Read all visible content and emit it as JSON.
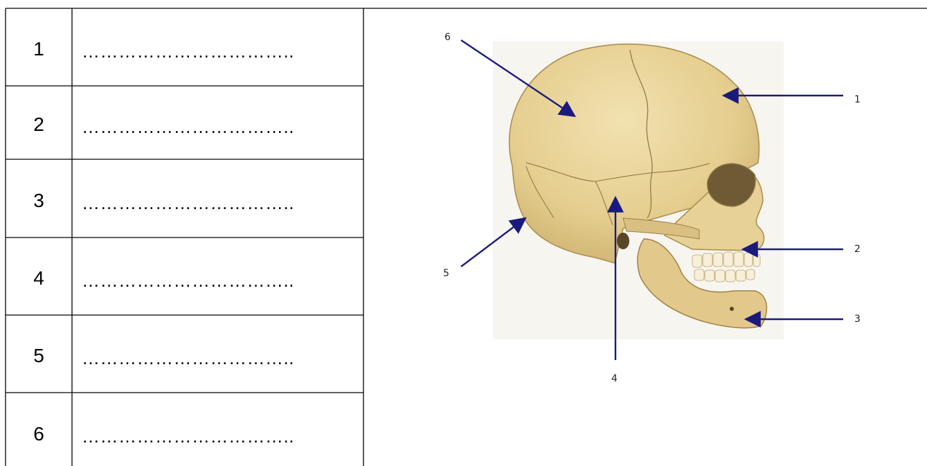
{
  "table": {
    "rows": [
      {
        "number": "1",
        "answer": "…………………………….."
      },
      {
        "number": "2",
        "answer": "…………………………….."
      },
      {
        "number": "3",
        "answer": "…………………………….."
      },
      {
        "number": "4",
        "answer": "…………………………….."
      },
      {
        "number": "5",
        "answer": "…………………………….."
      },
      {
        "number": "6",
        "answer": "…………………………….."
      }
    ]
  },
  "diagram": {
    "labels": [
      "1",
      "2",
      "3",
      "4",
      "5",
      "6"
    ],
    "arrow_color": "#1a1a7e",
    "bone_color": "#e8d49a"
  }
}
